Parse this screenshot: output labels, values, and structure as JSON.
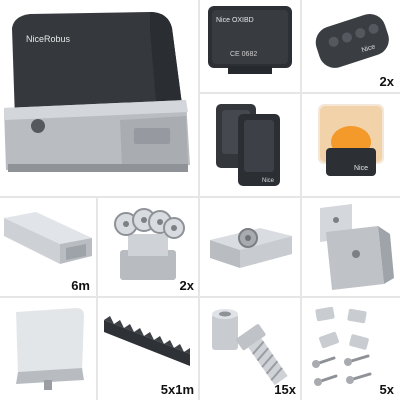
{
  "items": [
    {
      "id": "motor",
      "logo": "NiceRobus",
      "qty": ""
    },
    {
      "id": "receiver",
      "logo": "Nice OXIBD",
      "text": "CE 0682",
      "qty": ""
    },
    {
      "id": "remote",
      "logo": "Nice",
      "qty": "2x"
    },
    {
      "id": "photocells",
      "logo": "Nice",
      "qty": ""
    },
    {
      "id": "lamp",
      "logo": "Nice",
      "qty": ""
    },
    {
      "id": "rail",
      "qty": "6m"
    },
    {
      "id": "carriage",
      "qty": "2x"
    },
    {
      "id": "guide-roller",
      "qty": ""
    },
    {
      "id": "catcher",
      "qty": ""
    },
    {
      "id": "end-stop",
      "qty": ""
    },
    {
      "id": "rack",
      "qty": "5x1m"
    },
    {
      "id": "bolt-nut",
      "qty": "15x"
    },
    {
      "id": "plates-screws",
      "qty": "5x"
    }
  ],
  "colors": {
    "dark": "#3a3d42",
    "silver": "#c2c6cb",
    "metal": "#d6d9dd",
    "orange": "#f39a2b",
    "divider": "#e6e6e6"
  }
}
